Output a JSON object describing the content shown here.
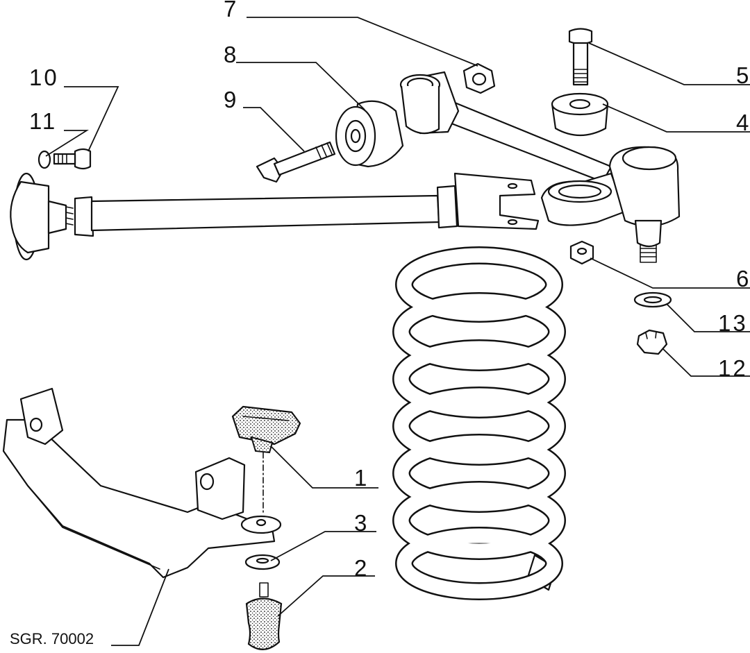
{
  "reference_code": "SGR. 70002",
  "labels": [
    "1",
    "2",
    "3",
    "4",
    "5",
    "6",
    "7",
    "8",
    "9",
    "10",
    "11",
    "12",
    "13"
  ],
  "colors": {
    "ink": "#111111",
    "paper": "#ffffff",
    "stipple": "#cfcfcf"
  }
}
